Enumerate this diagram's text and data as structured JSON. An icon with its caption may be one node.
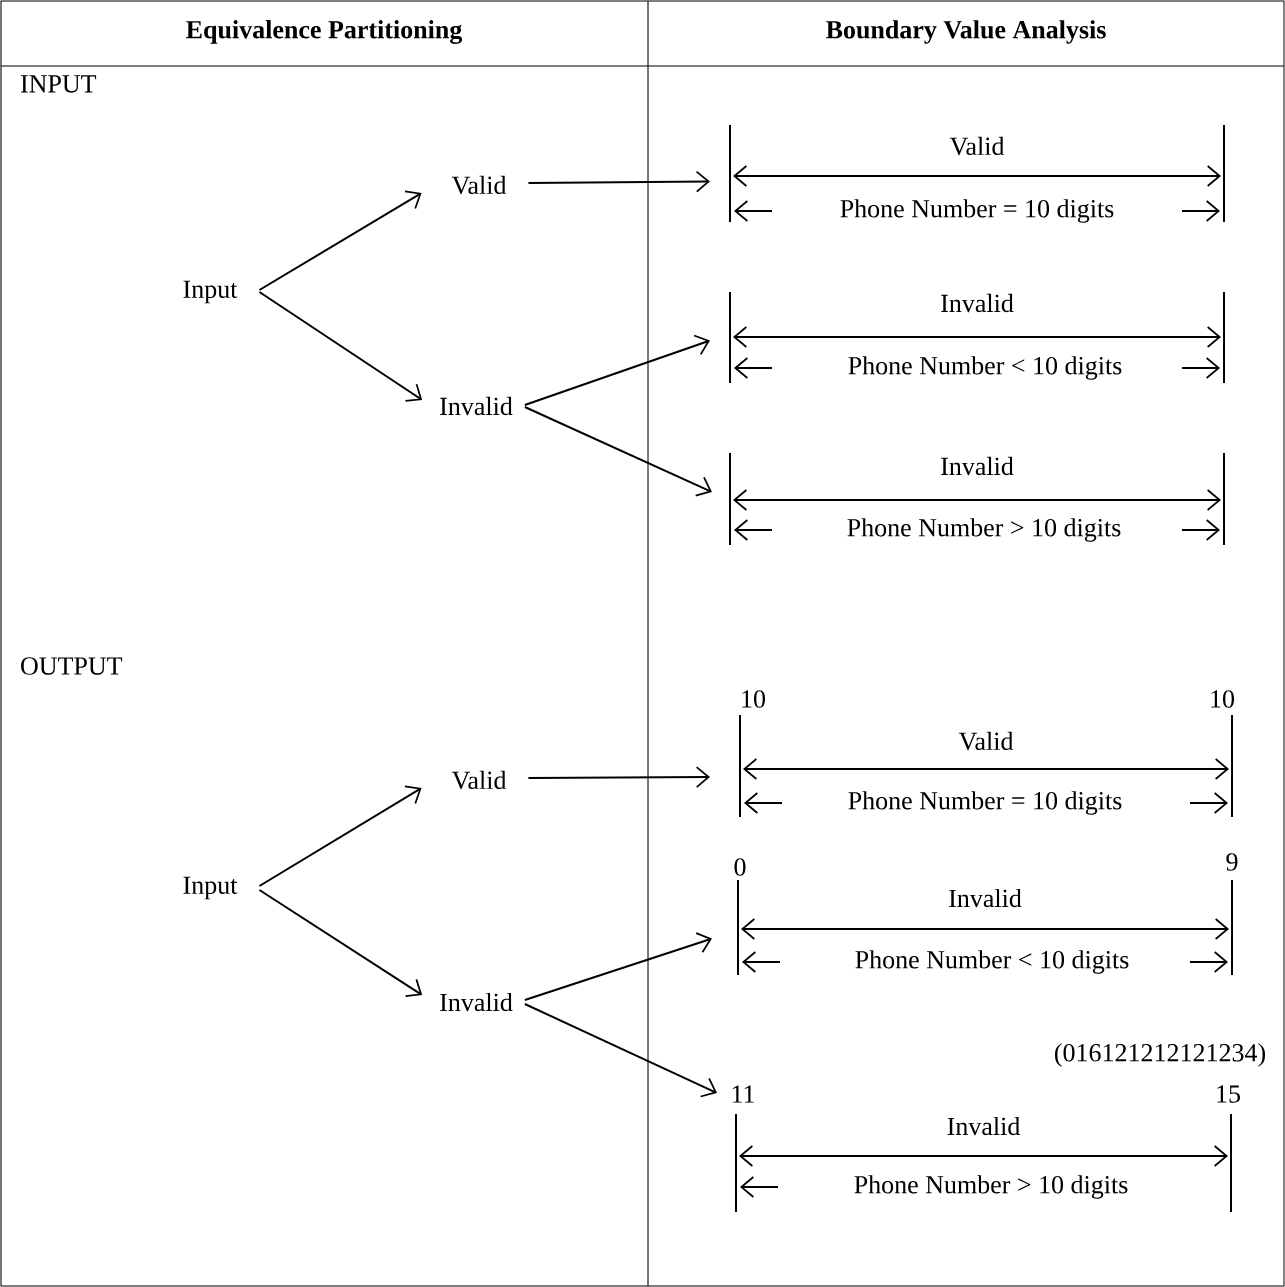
{
  "diagram": {
    "nodes": [
      {
        "text": [
          "Input"
        ]
      },
      {
        "text": [
          "Valid"
        ]
      },
      {
        "text": [
          "Invalid"
        ]
      },
      {
        "text": [
          "Valid",
          "Phone Number = 10 digits"
        ]
      },
      {
        "text": [
          "Invalid",
          "Phone Number < 10 digits"
        ]
      },
      {
        "text": [
          "Invalid",
          "Phone Number > 10 digits"
        ]
      },
      {
        "text": [
          "Input"
        ]
      },
      {
        "text": [
          "Valid"
        ]
      },
      {
        "text": [
          "Invalid"
        ]
      },
      {
        "text": [
          "Valid",
          "Phone Number = 10 digits"
        ],
        "beside": [
          "10",
          "10"
        ]
      },
      {
        "text": [
          "Invalid",
          "Phone Number < 10 digits"
        ],
        "beside": [
          "0",
          "9"
        ]
      },
      {
        "text": [
          "Invalid",
          "Phone Number > 10 digits"
        ],
        "beside": [
          "(016121212121234)",
          "11",
          "15"
        ]
      }
    ],
    "edges": [
      {
        "from": 0,
        "to": 1,
        "arrow": "to"
      },
      {
        "from": 0,
        "to": 2,
        "arrow": "to"
      },
      {
        "from": 1,
        "to": 3,
        "arrow": "to"
      },
      {
        "from": 2,
        "to": 4,
        "arrow": "to"
      },
      {
        "from": 2,
        "to": 5,
        "arrow": "to"
      },
      {
        "from": 6,
        "to": 7,
        "arrow": "to"
      },
      {
        "from": 6,
        "to": 8,
        "arrow": "to"
      },
      {
        "from": 7,
        "to": 9,
        "arrow": "to"
      },
      {
        "from": 8,
        "to": 10,
        "arrow": "to"
      },
      {
        "from": 8,
        "to": 11,
        "arrow": "to"
      }
    ],
    "labels": [
      "Equivalence Partitioning",
      "Boundary Value Analysis",
      "INPUT",
      "OUTPUT"
    ]
  }
}
